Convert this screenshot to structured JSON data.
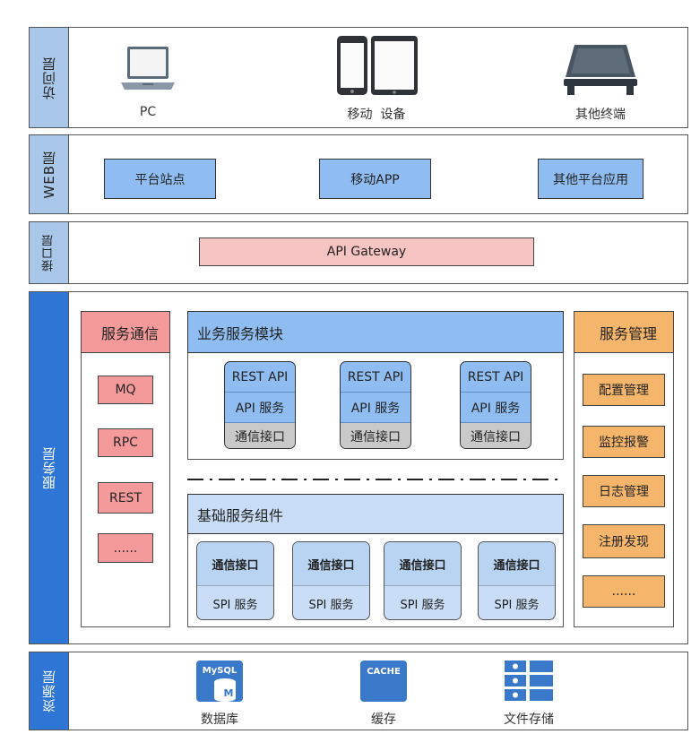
{
  "layers": {
    "access": {
      "label": "访问层",
      "items": [
        {
          "label": "PC",
          "icon": "laptop-icon"
        },
        {
          "label": "移动  设备",
          "icon": "mobile-devices-icon"
        },
        {
          "label": "其他终端",
          "icon": "terminal-icon"
        }
      ]
    },
    "web": {
      "label": "WEB层",
      "items": [
        "平台站点",
        "移动APP",
        "其他平台应用"
      ]
    },
    "interface": {
      "label": "接口层",
      "gateway": "API Gateway"
    },
    "service": {
      "label": "服务层",
      "comm": {
        "title": "服务通信",
        "items": [
          "MQ",
          "RPC",
          "REST",
          "......"
        ]
      },
      "business": {
        "title": "业务服务模块",
        "modules": [
          {
            "rest": "REST API",
            "api": "API 服务",
            "comm": "通信接口"
          },
          {
            "rest": "REST API",
            "api": "API 服务",
            "comm": "通信接口"
          },
          {
            "rest": "REST API",
            "api": "API 服务",
            "comm": "通信接口"
          }
        ]
      },
      "base": {
        "title": "基础服务组件",
        "components": [
          {
            "top": "通信接口",
            "bottom": "SPI 服务"
          },
          {
            "top": "通信接口",
            "bottom": "SPI 服务"
          },
          {
            "top": "通信接口",
            "bottom": "SPI 服务"
          },
          {
            "top": "通信接口",
            "bottom": "SPI 服务"
          }
        ]
      },
      "management": {
        "title": "服务管理",
        "items": [
          "配置管理",
          "监控报警",
          "日志管理",
          "注册发现",
          "......"
        ]
      }
    },
    "resource": {
      "label": "资源层",
      "items": [
        {
          "label": "数据库",
          "icon": "mysql-database-icon",
          "badge": "MySQL",
          "sub": "M"
        },
        {
          "label": "缓存",
          "icon": "cache-icon",
          "badge": "CACHE"
        },
        {
          "label": "文件存储",
          "icon": "file-storage-icon"
        }
      ]
    }
  },
  "colors": {
    "side_light": "#a9c7e8",
    "side_dark": "#2e75d6",
    "blue_box": "#8fbdf2",
    "pink_box": "#f7c4c4",
    "red_box": "#f49a9a",
    "orange_box": "#f5b56b"
  }
}
